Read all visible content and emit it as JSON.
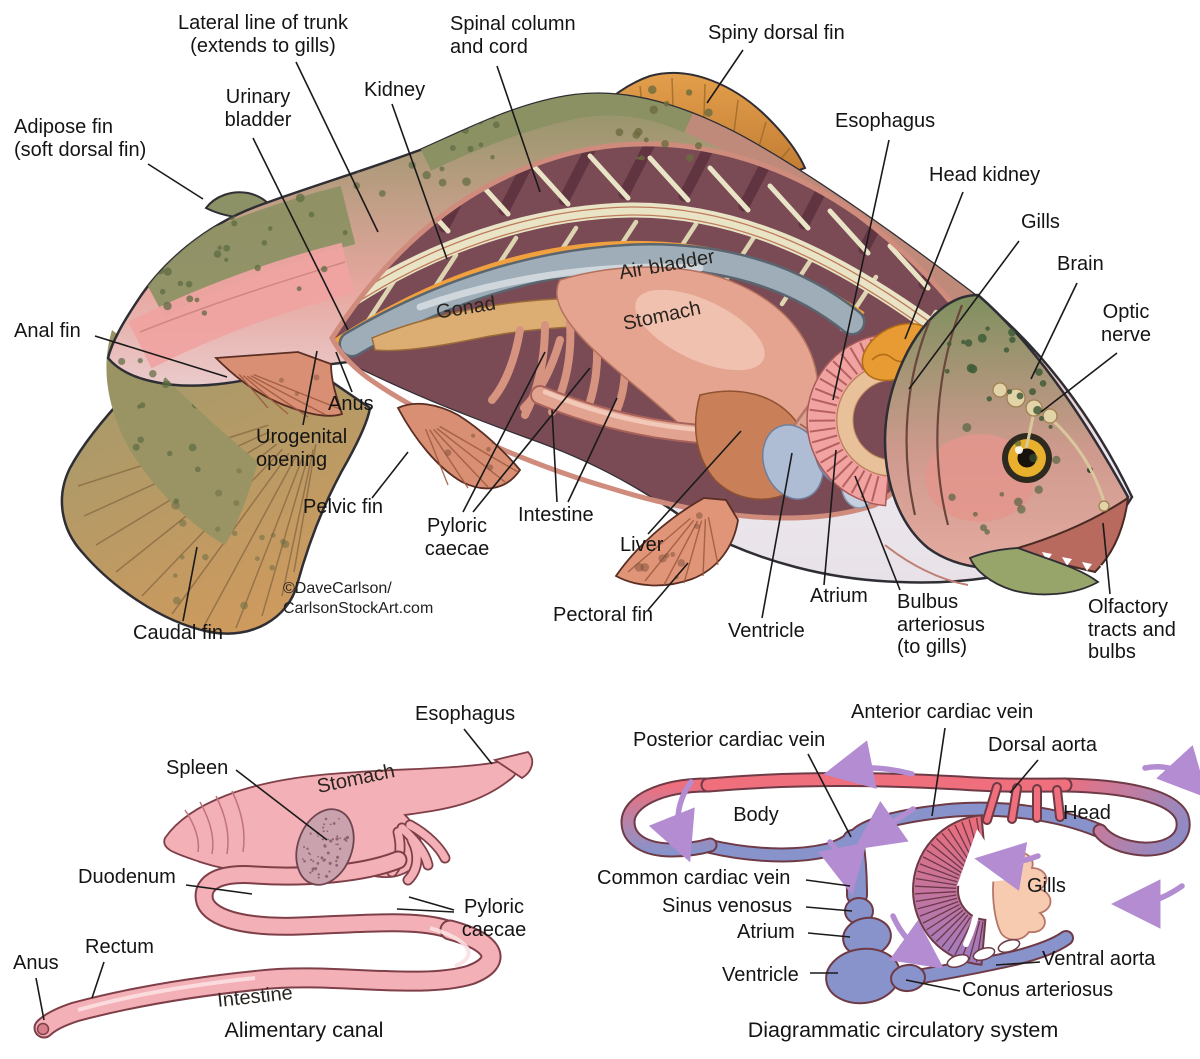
{
  "fish": {
    "labels": {
      "lateral_line": "Lateral line of trunk\n(extends to gills)",
      "spinal_column": "Spinal column\nand cord",
      "spiny_dorsal_fin": "Spiny dorsal fin",
      "urinary_bladder": "Urinary\nbladder",
      "kidney": "Kidney",
      "adipose_fin": "Adipose fin\n(soft dorsal fin)",
      "esophagus": "Esophagus",
      "head_kidney": "Head kidney",
      "gills": "Gills",
      "brain": "Brain",
      "optic_nerve": "Optic\nnerve",
      "anal_fin": "Anal fin",
      "air_bladder": "Air bladder",
      "gonad": "Gonad",
      "stomach": "Stomach",
      "anus": "Anus",
      "urogenital_opening": "Urogenital\nopening",
      "pelvic_fin": "Pelvic fin",
      "pyloric_caecae": "Pyloric\ncaecae",
      "intestine": "Intestine",
      "liver": "Liver",
      "caudal_fin": "Caudal fin",
      "pectoral_fin": "Pectoral fin",
      "ventricle": "Ventricle",
      "atrium": "Atrium",
      "bulbus_arteriosus": "Bulbus\narteriosus\n(to gills)",
      "olfactory": "Olfactory\ntracts and\nbulbs"
    },
    "credit": "©DaveCarlson/\nCarlsonStockArt.com"
  },
  "alimentary": {
    "title": "Alimentary canal",
    "labels": {
      "esophagus": "Esophagus",
      "spleen": "Spleen",
      "stomach": "Stomach",
      "duodenum": "Duodenum",
      "pyloric_caecae": "Pyloric\ncaecae",
      "anus": "Anus",
      "rectum": "Rectum",
      "intestine": "Intestine"
    }
  },
  "circulatory": {
    "title": "Diagrammatic circulatory system",
    "labels": {
      "anterior_cardiac_vein": "Anterior cardiac vein",
      "posterior_cardiac_vein": "Posterior cardiac vein",
      "dorsal_aorta": "Dorsal aorta",
      "body": "Body",
      "head": "Head",
      "common_cardiac_vein": "Common cardiac vein",
      "sinus_venosus": "Sinus venosus",
      "atrium": "Atrium",
      "gills": "Gills",
      "ventricle": "Ventricle",
      "ventral_aorta": "Ventral aorta",
      "conus_arteriosus": "Conus arteriosus"
    }
  },
  "palette": {
    "artery_red": "#ef6f7d",
    "vein_blue": "#8893cb",
    "flow_arrow_purple": "#b48cd2",
    "muscle_maroon": "#7a4b54",
    "bone_cream": "#e9e4c6",
    "kidney_orange": "#f0a13e",
    "organ_pink": "#f3b0b6",
    "label_text": "#141414"
  }
}
